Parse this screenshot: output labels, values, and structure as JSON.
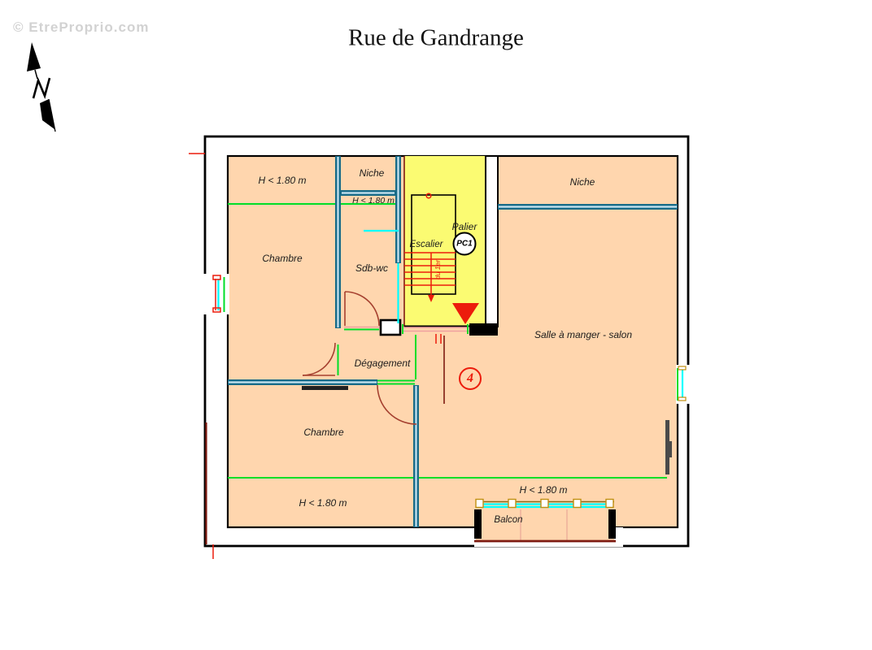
{
  "watermark": {
    "text": "© EtreProprio.com"
  },
  "title": {
    "text": "Rue de Gandrange"
  },
  "compass": {
    "letter": "N"
  },
  "plan": {
    "labels": {
      "attic_top_left": "H < 1.80 m",
      "niche_top": "Niche",
      "attic_middle": "H < 1.80 m",
      "chambre_top": "Chambre",
      "sdb_wc": "Sdb-wc",
      "escalier": "Escalier",
      "palier": "Palier",
      "pc1": "PC1",
      "niche_right": "Niche",
      "salle_a_manger": "Salle à manger - salon",
      "degagement": "Dégagement",
      "chambre_bottom": "Chambre",
      "attic_bottom_left": "H < 1.80 m",
      "attic_bottom_right": "H < 1.80 m",
      "balcon": "Balcon",
      "unit_number": "4",
      "stair_note": "du 1er"
    },
    "colors": {
      "room_fill": "#FFD6AE",
      "stair_fill": "#FBFB72",
      "wall_teal": "#186B88",
      "wall_core": "#C9E6F2",
      "window_cyan": "#00FFFF",
      "open_green": "#00DE28",
      "accent_red": "#EC1C0C",
      "door_brown": "#A5402F",
      "dark_red": "#7E1A10",
      "mullion_gold": "#C09010",
      "radiator_gray": "#4A4A4A",
      "pink": "#F0A0A0",
      "balcony_line": "#8A6A1A",
      "label": "#1C1C1C",
      "title": "#131313",
      "watermark": "#D2D2D2"
    }
  }
}
